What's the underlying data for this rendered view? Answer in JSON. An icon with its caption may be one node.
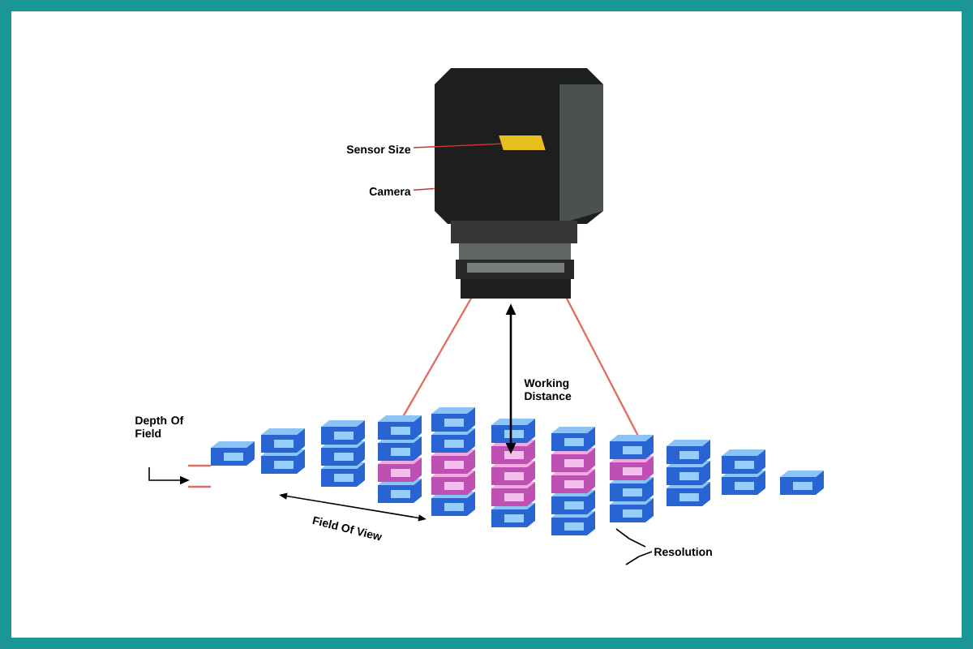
{
  "diagram": {
    "nodes": [
      {
        "text": [
          "Sensor Size"
        ]
      },
      {
        "text": [],
        "shape": "picture"
      },
      {
        "text": [],
        "shape": "box",
        "in": 1
      },
      {
        "text": [
          "Camera"
        ]
      }
    ],
    "edges": [
      {
        "from": 0,
        "to": 2,
        "arrow": "none"
      },
      {
        "from": 3,
        "to": 1,
        "arrow": "none"
      }
    ],
    "labels": [
      "Working Distance",
      "Depth Of Field",
      "Field Of View",
      "Resolution"
    ]
  }
}
